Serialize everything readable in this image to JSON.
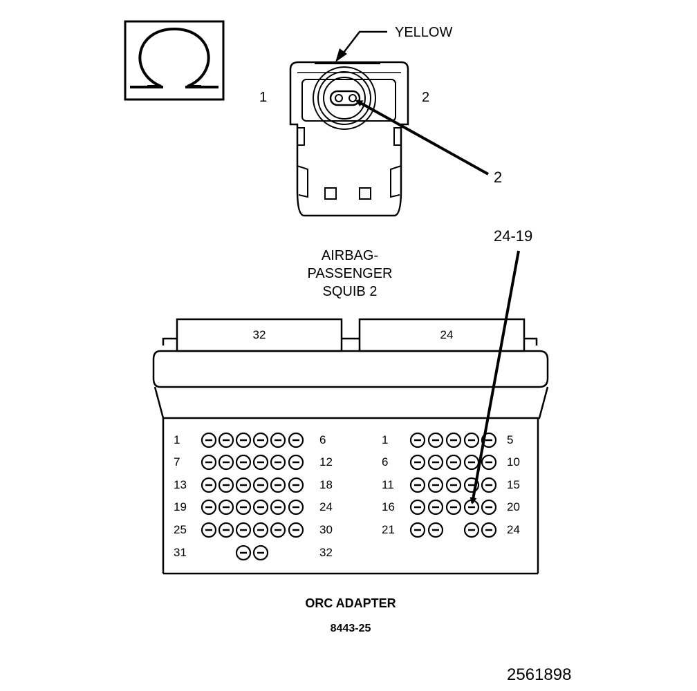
{
  "symbol": {
    "name": "ohm-symbol"
  },
  "connector": {
    "wire_color_label": "YELLOW",
    "pin_labels": [
      "1",
      "2"
    ],
    "callout_pin": "2",
    "name_lines": [
      "AIRBAG-",
      "PASSENGER",
      "SQUIB 2"
    ]
  },
  "adapter": {
    "callout": "24-19",
    "tab_left": "32",
    "tab_right": "24",
    "left_rows": [
      {
        "start": "1",
        "end": "6"
      },
      {
        "start": "7",
        "end": "12"
      },
      {
        "start": "13",
        "end": "18"
      },
      {
        "start": "19",
        "end": "24"
      },
      {
        "start": "25",
        "end": "30"
      },
      {
        "start": "31",
        "end": "32"
      }
    ],
    "right_rows": [
      {
        "start": "1",
        "end": "5"
      },
      {
        "start": "6",
        "end": "10"
      },
      {
        "start": "11",
        "end": "15"
      },
      {
        "start": "16",
        "end": "20"
      },
      {
        "start": "21",
        "end": "24"
      }
    ],
    "title": "ORC ADAPTER",
    "tool_number": "8443-25"
  },
  "figure_id": "2561898"
}
